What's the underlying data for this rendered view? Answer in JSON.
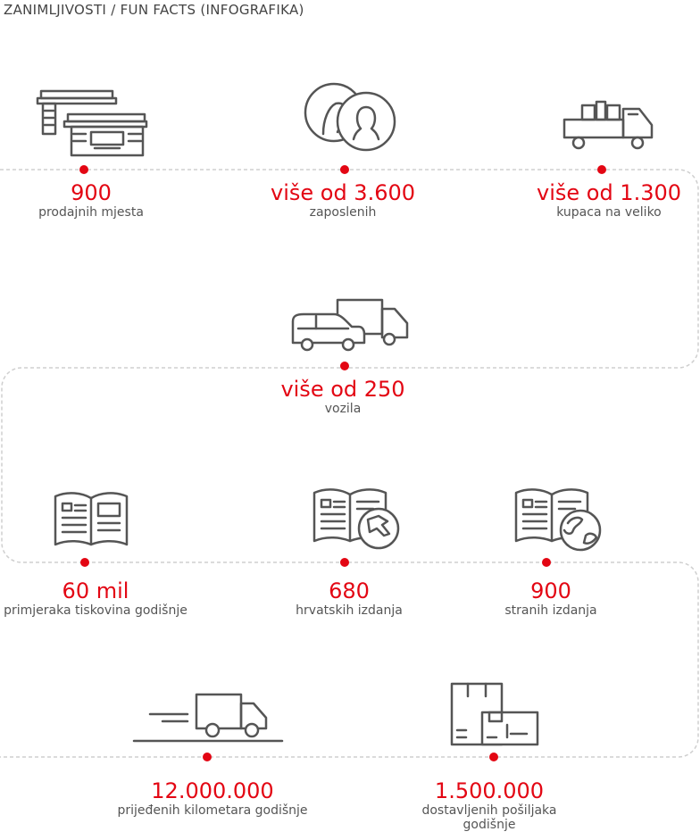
{
  "title": "ZANIMLJIVOSTI / FUN FACTS (INFOGRAFIKA)",
  "colors": {
    "accent": "#e30613",
    "icon": "#555555",
    "path": "#cccccc"
  },
  "facts": [
    {
      "value": "900",
      "label": "prodajnih mjesta",
      "icon": "kiosk-icon"
    },
    {
      "value": "više od 3.600",
      "label": "zaposlenih",
      "icon": "employees-icon"
    },
    {
      "value": "više od 1.300",
      "label": "kupaca na veliko",
      "icon": "delivery-truck-icon"
    },
    {
      "value": "više od 250",
      "label": "vozila",
      "icon": "vehicles-icon"
    },
    {
      "value": "60 mil",
      "label": "primjeraka tiskovina godišnje",
      "icon": "open-book-icon"
    },
    {
      "value": "680",
      "label": "hrvatskih izdanja",
      "icon": "croatia-map-book-icon"
    },
    {
      "value": "900",
      "label": "stranih izdanja",
      "icon": "globe-book-icon"
    },
    {
      "value": "12.000.000",
      "label": "prijeđenih kilometara godišnje",
      "icon": "moving-truck-icon"
    },
    {
      "value": "1.500.000",
      "label": "dostavljenih pošiljaka godišnje",
      "icon": "packages-icon"
    }
  ]
}
